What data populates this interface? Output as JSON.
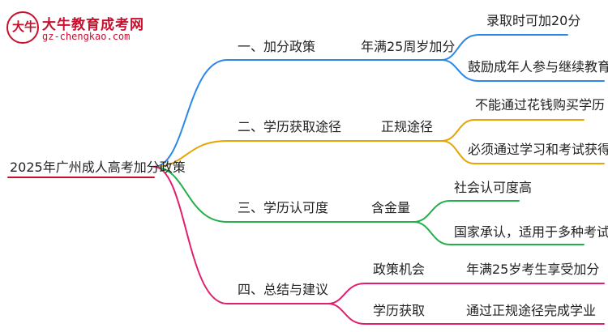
{
  "logo": {
    "glyph": "大牛",
    "title": "大牛教育成考网",
    "domain": "gz-chengkao.com"
  },
  "colors": {
    "branch1": "#2b88e8",
    "branch2": "#e8a400",
    "branch3": "#22b04a",
    "branch4": "#e0206f",
    "root_line": "#c8102e"
  },
  "root": "2025年广州成人高考加分政策",
  "branches": [
    {
      "label": "一、加分政策",
      "sub": [
        {
          "label": "年满25周岁加分",
          "leaves": [
            "录取时可加20分",
            "鼓励成年人参与继续教育"
          ]
        }
      ]
    },
    {
      "label": "二、学历获取途径",
      "sub": [
        {
          "label": "正规途径",
          "leaves": [
            "不能通过花钱购买学历",
            "必须通过学习和考试获得"
          ]
        }
      ]
    },
    {
      "label": "三、学历认可度",
      "sub": [
        {
          "label": "含金量",
          "leaves": [
            "社会认可度高",
            "国家承认，适用于多种考试"
          ]
        }
      ]
    },
    {
      "label": "四、总结与建议",
      "sub": [
        {
          "label": "政策机会",
          "leaves": [
            "年满25岁考生享受加分"
          ]
        },
        {
          "label": "学历获取",
          "leaves": [
            "通过正规途径完成学业"
          ]
        }
      ]
    }
  ]
}
